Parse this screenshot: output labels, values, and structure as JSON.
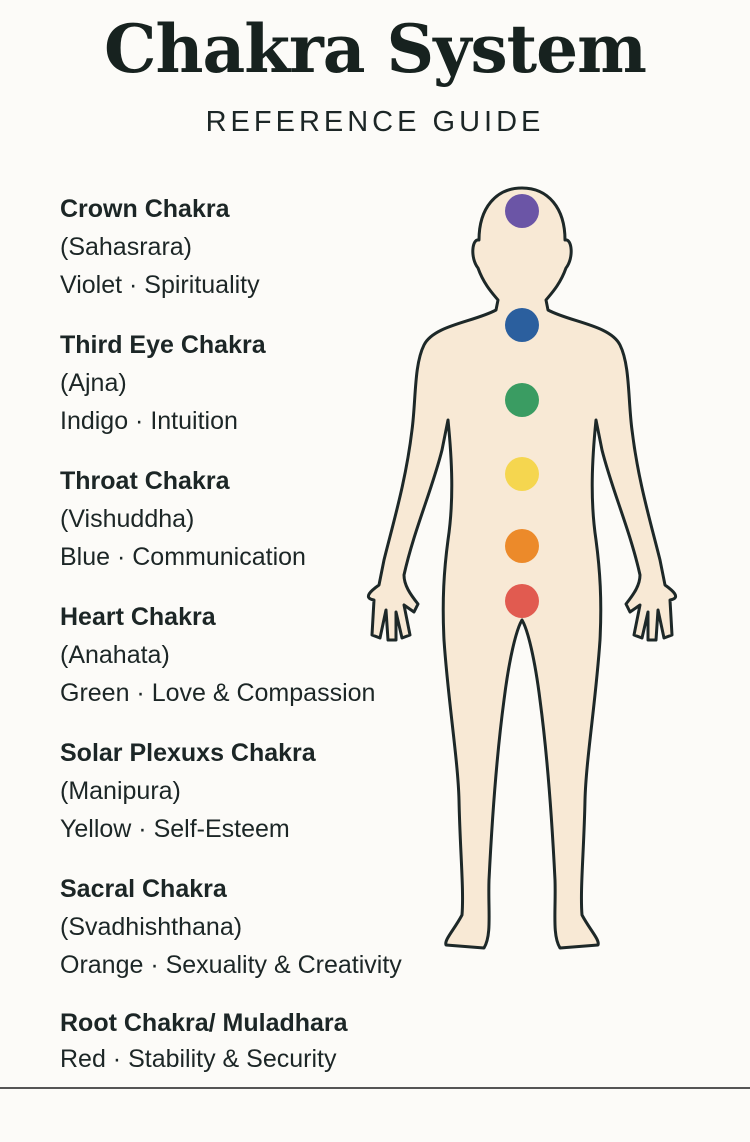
{
  "header": {
    "title": "Chakra System",
    "subtitle": "REFERENCE GUIDE"
  },
  "chakras": [
    {
      "name": "Crown Chakra",
      "sanskrit": "(Sahasrara)",
      "description": "Violet · Spirituality",
      "color": "#6b55a6"
    },
    {
      "name": "Third Eye Chakra",
      "sanskrit": "(Ajna)",
      "description": "Indigo · Intuition",
      "color": "#2b5f9e"
    },
    {
      "name": "Throat Chakra",
      "sanskrit": "(Vishuddha)",
      "description": "Blue · Communication",
      "color": "#3a9c62"
    },
    {
      "name": "Heart Chakra",
      "sanskrit": "(Anahata)",
      "description": "Green · Love & Compassion",
      "color": "#f5d64f"
    },
    {
      "name": "Solar Plexuxs Chakra",
      "sanskrit": "(Manipura)",
      "description": "Yellow · Self-Esteem",
      "color": "#ec8a2a"
    },
    {
      "name": "Sacral Chakra",
      "sanskrit": "(Svadhishthana)",
      "description": "Orange · Sexuality & Creativity",
      "color": "#e15b50"
    }
  ],
  "root": {
    "name": "Root Chakra/ Muladhara",
    "description": "Red · Stability & Security"
  },
  "figure": {
    "fill": "#f8e9d5",
    "stroke": "#1d2828"
  }
}
